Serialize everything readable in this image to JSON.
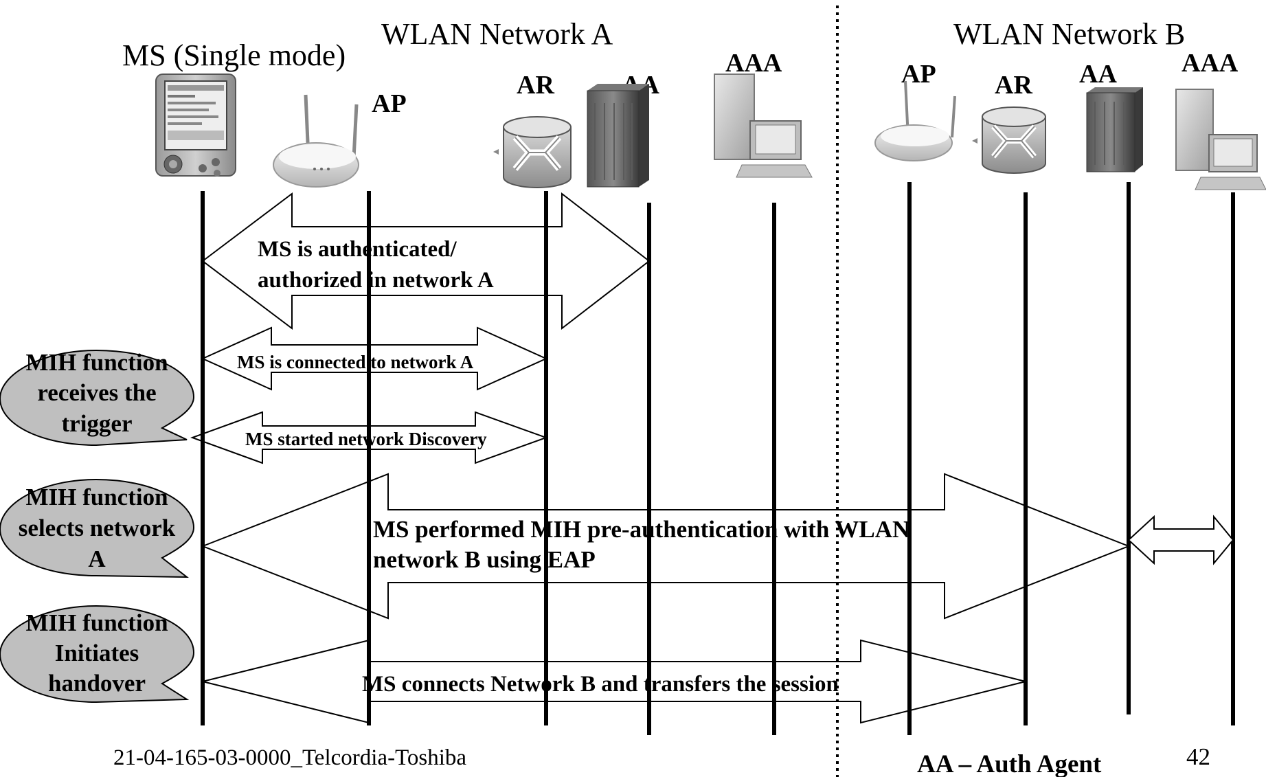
{
  "network_a_title": "WLAN  Network A",
  "network_b_title": "WLAN Network B",
  "ms_label": "MS (Single mode)",
  "entity_labels": {
    "ap_a": "AP",
    "ar_a": "AR",
    "aa_a": "AA",
    "aaa_a": "AAA",
    "ap_b": "AP",
    "ar_b": "AR",
    "aa_b": "AA",
    "aaa_b": "AAA"
  },
  "messages": {
    "auth_line1": "MS is authenticated/",
    "auth_line2": "authorized in  network A",
    "connected": "MS is connected to  network A",
    "discovery": "MS started network Discovery",
    "preauth_line1": "MS performed MIH pre-authentication with WLAN",
    "preauth_line2": "network B using  EAP",
    "handover": "MS connects Network B and transfers  the session"
  },
  "callouts": {
    "trigger": [
      "MIH function",
      "receives the",
      "trigger"
    ],
    "select": [
      "MIH function",
      "selects network",
      "A"
    ],
    "initiate": [
      "MIH function",
      "Initiates",
      "handover"
    ]
  },
  "footer": {
    "doc_id": "21-04-165-03-0000_Telcordia-Toshiba",
    "legend": "AA – Auth Agent",
    "page_number": "42"
  },
  "icons": [
    "pda-icon",
    "access-point-icon",
    "router-icon",
    "server-rack-icon",
    "workstation-icon"
  ]
}
